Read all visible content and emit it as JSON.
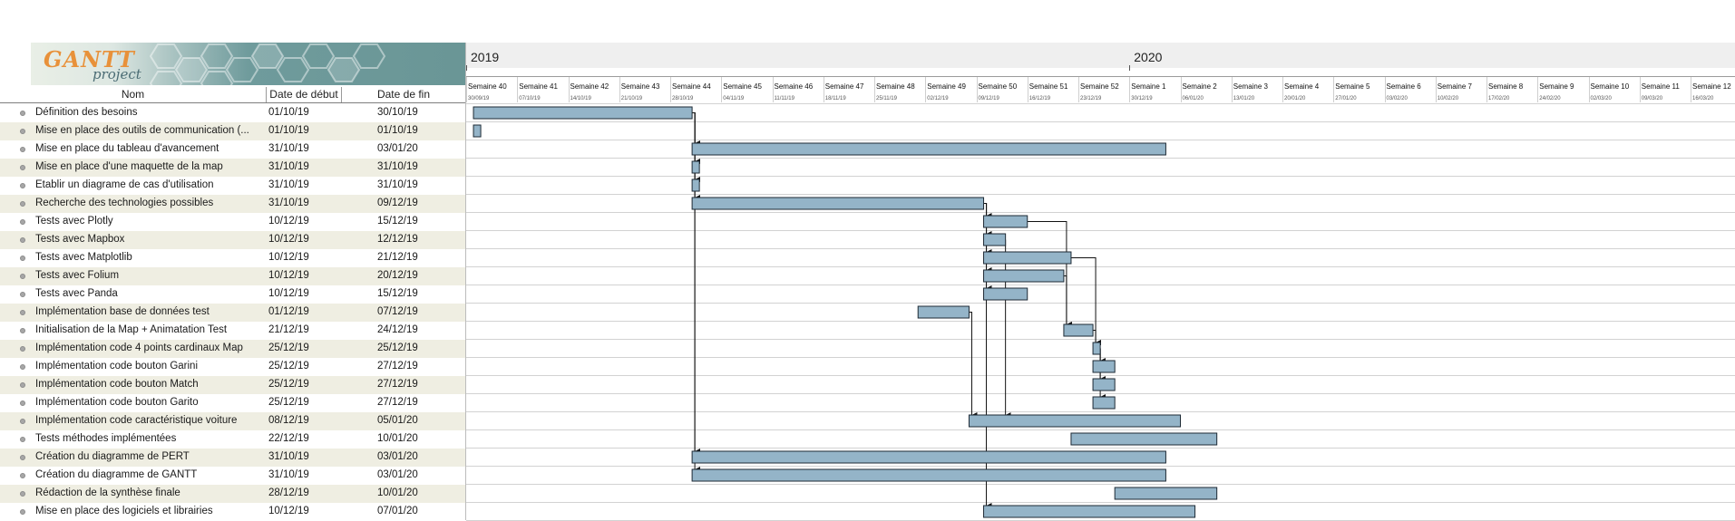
{
  "logo": {
    "brand": "GANTT",
    "sub": "project"
  },
  "columns": {
    "name": "Nom",
    "start": "Date de début",
    "end": "Date de fin"
  },
  "years": [
    "2019",
    "2020"
  ],
  "weeks": [
    {
      "label": "Semaine 40",
      "date": "30/09/19"
    },
    {
      "label": "Semaine 41",
      "date": "07/10/19"
    },
    {
      "label": "Semaine 42",
      "date": "14/10/19"
    },
    {
      "label": "Semaine 43",
      "date": "21/10/19"
    },
    {
      "label": "Semaine 44",
      "date": "28/10/19"
    },
    {
      "label": "Semaine 45",
      "date": "04/11/19"
    },
    {
      "label": "Semaine 46",
      "date": "11/11/19"
    },
    {
      "label": "Semaine 47",
      "date": "18/11/19"
    },
    {
      "label": "Semaine 48",
      "date": "25/11/19"
    },
    {
      "label": "Semaine 49",
      "date": "02/12/19"
    },
    {
      "label": "Semaine 50",
      "date": "09/12/19"
    },
    {
      "label": "Semaine 51",
      "date": "16/12/19"
    },
    {
      "label": "Semaine 52",
      "date": "23/12/19"
    },
    {
      "label": "Semaine 1",
      "date": "30/12/19"
    },
    {
      "label": "Semaine 2",
      "date": "06/01/20"
    },
    {
      "label": "Semaine 3",
      "date": "13/01/20"
    },
    {
      "label": "Semaine 4",
      "date": "20/01/20"
    },
    {
      "label": "Semaine 5",
      "date": "27/01/20"
    },
    {
      "label": "Semaine 6",
      "date": "03/02/20"
    },
    {
      "label": "Semaine 7",
      "date": "10/02/20"
    },
    {
      "label": "Semaine 8",
      "date": "17/02/20"
    },
    {
      "label": "Semaine 9",
      "date": "24/02/20"
    },
    {
      "label": "Semaine 10",
      "date": "02/03/20"
    },
    {
      "label": "Semaine 11",
      "date": "09/03/20"
    },
    {
      "label": "Semaine 12",
      "date": "16/03/20"
    }
  ],
  "tasks": [
    {
      "name": "Définition des besoins",
      "start": "01/10/19",
      "end": "30/10/19"
    },
    {
      "name": "Mise en place des outils de communication (...",
      "start": "01/10/19",
      "end": "01/10/19"
    },
    {
      "name": "Mise en place du tableau d'avancement",
      "start": "31/10/19",
      "end": "03/01/20"
    },
    {
      "name": "Mise en place d'une maquette de la map",
      "start": "31/10/19",
      "end": "31/10/19"
    },
    {
      "name": "Etablir un diagrame de cas d'utilisation",
      "start": "31/10/19",
      "end": "31/10/19"
    },
    {
      "name": "Recherche des technologies possibles",
      "start": "31/10/19",
      "end": "09/12/19"
    },
    {
      "name": "Tests avec Plotly",
      "start": "10/12/19",
      "end": "15/12/19"
    },
    {
      "name": "Tests avec Mapbox",
      "start": "10/12/19",
      "end": "12/12/19"
    },
    {
      "name": "Tests avec Matplotlib",
      "start": "10/12/19",
      "end": "21/12/19"
    },
    {
      "name": "Tests avec Folium",
      "start": "10/12/19",
      "end": "20/12/19"
    },
    {
      "name": "Tests avec Panda",
      "start": "10/12/19",
      "end": "15/12/19"
    },
    {
      "name": "Implémentation base de données test",
      "start": "01/12/19",
      "end": "07/12/19"
    },
    {
      "name": "Initialisation de la Map + Animatation Test",
      "start": "21/12/19",
      "end": "24/12/19"
    },
    {
      "name": "Implémentation code 4 points cardinaux Map",
      "start": "25/12/19",
      "end": "25/12/19"
    },
    {
      "name": "Implémentation code bouton Garini",
      "start": "25/12/19",
      "end": "27/12/19"
    },
    {
      "name": "Implémentation code bouton Match",
      "start": "25/12/19",
      "end": "27/12/19"
    },
    {
      "name": "Implémentation code bouton Garito",
      "start": "25/12/19",
      "end": "27/12/19"
    },
    {
      "name": "Implémentation code caractéristique voiture",
      "start": "08/12/19",
      "end": "05/01/20"
    },
    {
      "name": "Tests méthodes implémentées",
      "start": "22/12/19",
      "end": "10/01/20"
    },
    {
      "name": "Création du diagramme de PERT",
      "start": "31/10/19",
      "end": "03/01/20"
    },
    {
      "name": "Création du diagramme de GANTT",
      "start": "31/10/19",
      "end": "03/01/20"
    },
    {
      "name": "Rédaction de la synthèse finale",
      "start": "28/12/19",
      "end": "10/01/20"
    },
    {
      "name": "Mise en place des logiciels et librairies",
      "start": "10/12/19",
      "end": "07/01/20"
    }
  ],
  "dependencies": [
    [
      0,
      2
    ],
    [
      0,
      3
    ],
    [
      0,
      4
    ],
    [
      0,
      5
    ],
    [
      0,
      19
    ],
    [
      0,
      20
    ],
    [
      5,
      6
    ],
    [
      5,
      7
    ],
    [
      5,
      8
    ],
    [
      5,
      9
    ],
    [
      5,
      10
    ],
    [
      5,
      22
    ],
    [
      6,
      12
    ],
    [
      7,
      17
    ],
    [
      8,
      13
    ],
    [
      9,
      12
    ],
    [
      11,
      17
    ],
    [
      12,
      13
    ],
    [
      13,
      14
    ],
    [
      13,
      15
    ],
    [
      13,
      16
    ]
  ],
  "colors": {
    "bar_fill": "#94b4c8",
    "bar_border": "#1e2a35",
    "alt_row": "#efeee2",
    "logo_accent": "#e8913a"
  }
}
